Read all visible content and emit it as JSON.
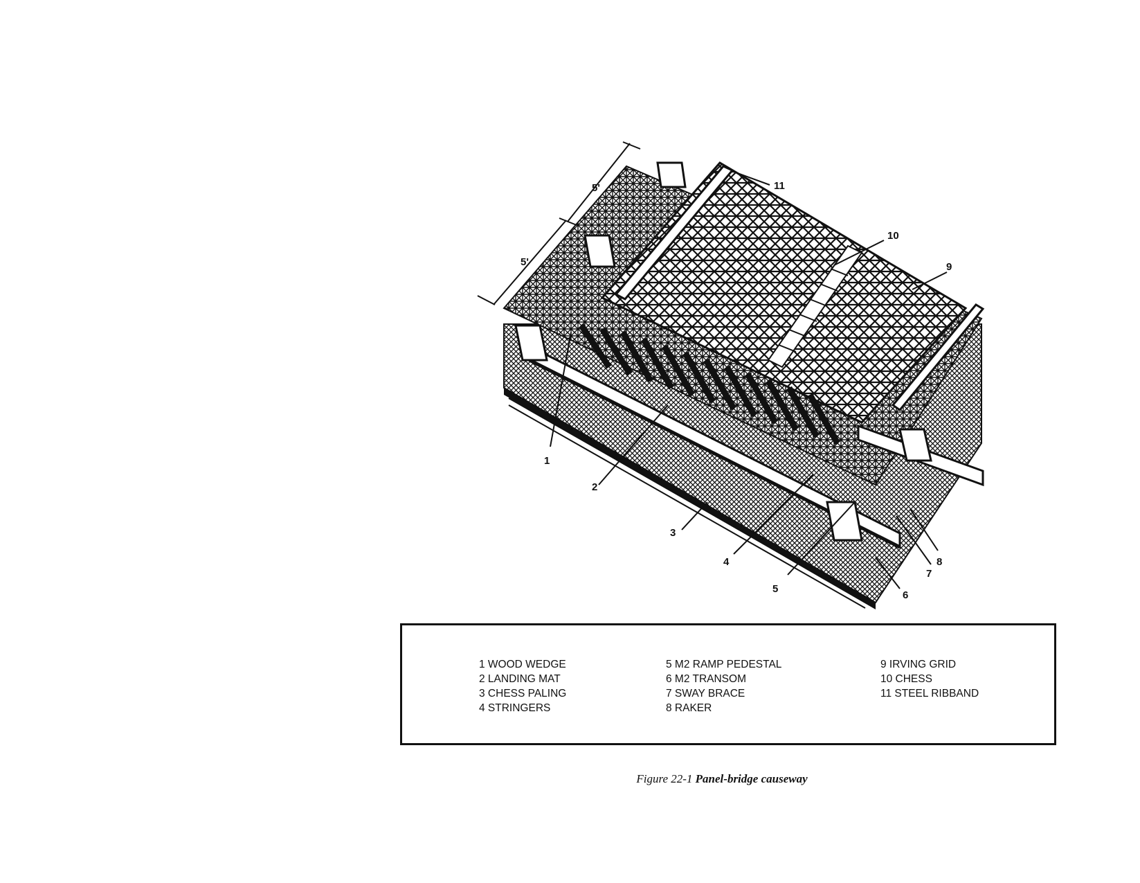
{
  "figure": {
    "dimensions": [
      "5'",
      "5'"
    ],
    "callouts": [
      "1",
      "2",
      "3",
      "4",
      "5",
      "6",
      "7",
      "8",
      "9",
      "10",
      "11"
    ]
  },
  "legend": {
    "columns": [
      [
        "1 WOOD WEDGE",
        "2 LANDING MAT",
        "3 CHESS PALING",
        "4 STRINGERS"
      ],
      [
        "5 M2 RAMP PEDESTAL",
        "6 M2 TRANSOM",
        "7 SWAY BRACE",
        "8 RAKER"
      ],
      [
        "9 IRVING GRID",
        "10 CHESS",
        "11 STEEL RIBBAND"
      ]
    ]
  },
  "caption": {
    "number": "Figure 22-1",
    "title": "Panel-bridge causeway"
  }
}
